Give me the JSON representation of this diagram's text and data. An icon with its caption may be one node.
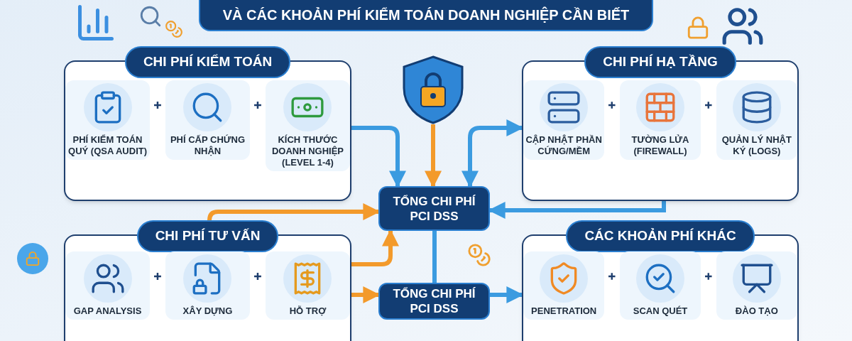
{
  "diagram": {
    "title": "VÀ CÁC KHOẢN PHÍ KIỂM TOÁN DOANH NGHIỆP CẦN BIẾT",
    "nodes": [
      {
        "text": [
          "CHI PHÍ KIỂM TOÁN"
        ]
      },
      {
        "text": [
          "PHÍ KIỂM TOÁN QUÝ (QSA AUDIT)"
        ],
        "in": 0
      },
      {
        "text": [
          "PHÍ CẤP CHỨNG NHẬN"
        ],
        "in": 0
      },
      {
        "text": [
          "KÍCH THƯỚC DOANH NGHIỆP (LEVEL 1-4)"
        ],
        "in": 0
      },
      {
        "text": [
          "CHI PHÍ HẠ TẦNG"
        ]
      },
      {
        "text": [
          "CẬP NHẬT PHẦN CỨNG/MỀM"
        ],
        "in": 4
      },
      {
        "text": [
          "TƯỜNG LỬA (FIREWALL)"
        ],
        "in": 4
      },
      {
        "text": [
          "QUẢN LÝ NHẬT KÝ (LOGS)"
        ],
        "in": 4
      },
      {
        "text": [],
        "shape": "picture"
      },
      {
        "text": [
          "TỔNG CHI PHÍ PCI DSS"
        ]
      },
      {
        "text": [
          "CHI PHÍ TƯ VẤN"
        ]
      },
      {
        "text": [
          "GAP ANALYSIS"
        ],
        "in": 10
      },
      {
        "text": [
          "XÂY DỰNG"
        ],
        "in": 10
      },
      {
        "text": [
          "HỖ TRỢ"
        ],
        "in": 10
      },
      {
        "text": [
          "TỔNG CHI PHÍ PCI DSS"
        ]
      },
      {
        "text": [
          "CÁC KHOẢN PHÍ KHÁC"
        ]
      },
      {
        "text": [
          "PENETRATION"
        ],
        "in": 15
      },
      {
        "text": [
          "SCAN QUÉT"
        ],
        "in": 15
      },
      {
        "text": [
          "ĐÀO TẠO"
        ],
        "in": 15
      }
    ],
    "edges": [
      {
        "from": 0,
        "to": 9,
        "arrow": "to"
      },
      {
        "from": 8,
        "to": 9,
        "arrow": "to",
        "color": "#f39a2b"
      },
      {
        "from": 9,
        "to": 4,
        "arrow": "both"
      },
      {
        "from": 4,
        "to": 9,
        "arrow": "to"
      },
      {
        "from": 10,
        "to": 9,
        "arrow": "to",
        "color": "#f39a2b"
      },
      {
        "from": 10,
        "to": 9,
        "arrow": "to",
        "color": "#f39a2b"
      },
      {
        "from": 10,
        "to": 14,
        "arrow": "to",
        "color": "#f39a2b"
      },
      {
        "from": 14,
        "to": 15,
        "arrow": "to"
      },
      {
        "from": 9,
        "to": 14,
        "arrow": "none"
      }
    ]
  }
}
